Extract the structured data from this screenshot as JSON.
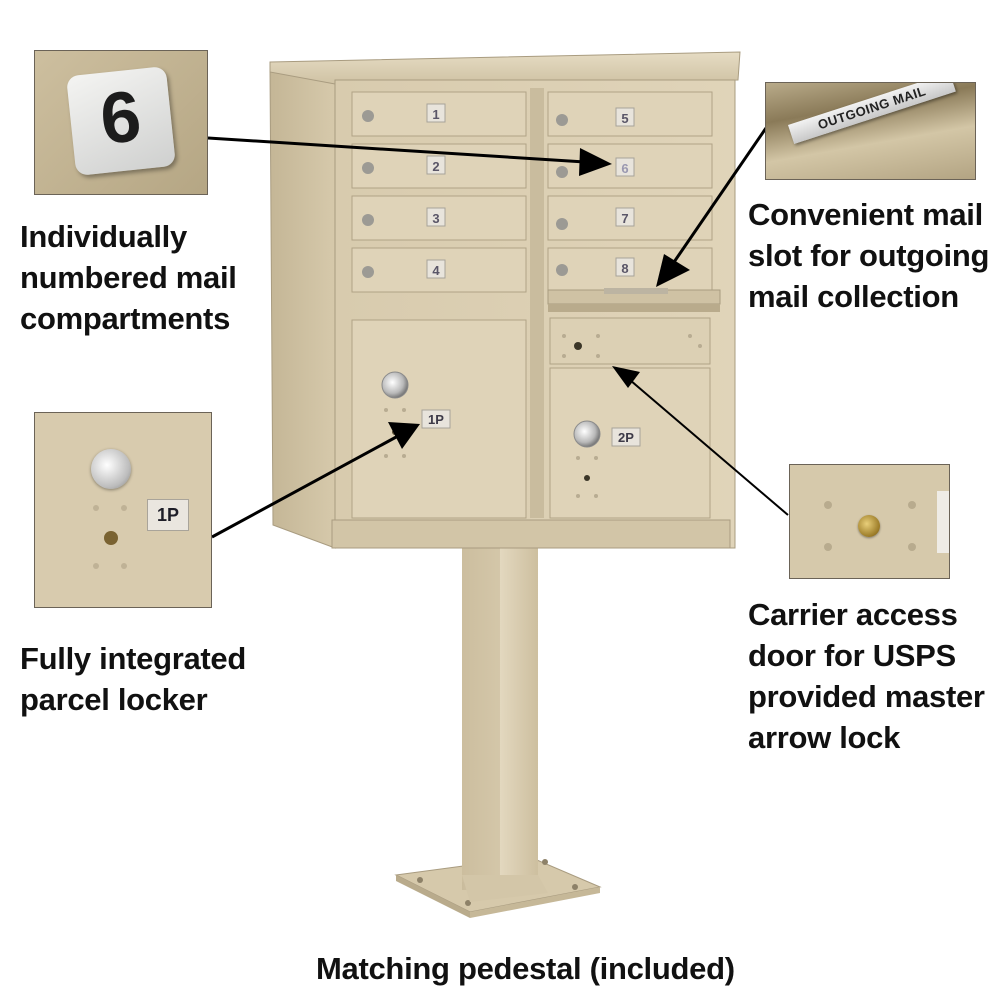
{
  "captions": {
    "numbered": [
      "Individually",
      "numbered mail",
      "compartments"
    ],
    "outgoing": [
      "Convenient mail",
      "slot for outgoing",
      "mail collection"
    ],
    "parcel": [
      "Fully integrated",
      "parcel locker"
    ],
    "carrier": [
      "Carrier access",
      "door for USPS",
      "provided master",
      "arrow lock"
    ],
    "pedestal": [
      "Matching pedestal (included)"
    ]
  },
  "insets": {
    "number_tag": "6",
    "outgoing_label": "OUTGOING MAIL",
    "parcel_tag": "1P"
  },
  "mailbox": {
    "door_numbers": [
      "1",
      "2",
      "3",
      "4",
      "5",
      "6",
      "7",
      "8"
    ],
    "parcel_numbers": [
      "1P",
      "2P"
    ]
  },
  "colors": {
    "cabinet": "#d9ccb0",
    "cabinet_shadow": "#bcae90",
    "cabinet_dark": "#a99c80",
    "arrow": "#000000",
    "text": "#111111"
  }
}
